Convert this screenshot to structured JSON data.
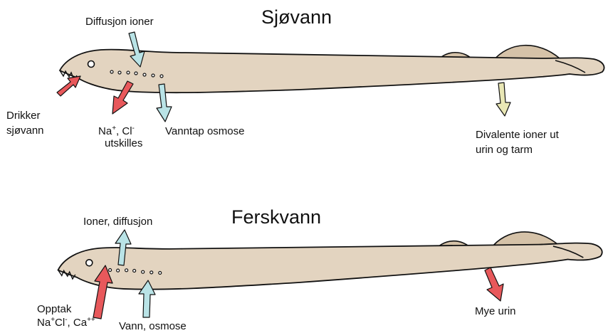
{
  "colors": {
    "fish_body": "#e3d4c0",
    "fish_fin": "#d5c2a8",
    "outline": "#111111",
    "arrow_blue": "#b9e3e6",
    "arrow_red": "#e8585b",
    "arrow_yellow": "#e9e7b5"
  },
  "seawater": {
    "title": "Sjøvann",
    "diffusion": "Diffusjon ioner",
    "drink": [
      "Drikker",
      "sjøvann"
    ],
    "ions_na": "Na",
    "ions_na_sup": "+",
    "ions_cl": ", Cl",
    "ions_cl_sup": "-",
    "excreted": "utskilles",
    "water_loss": "Vanntap osmose",
    "divalent": [
      "Divalente ioner ut",
      "urin og tarm"
    ],
    "icons": [
      "fish-icon",
      "arrow-down-icon",
      "arrow-up-icon"
    ]
  },
  "freshwater": {
    "title": "Ferskvann",
    "ions_diffusion": "Ioner, diffusjon",
    "uptake": "Opptak",
    "uptake_ions": "Na",
    "uptake_sup1": "+",
    "uptake_ions2": "Cl",
    "uptake_sup2": "-",
    "uptake_ions3": ", Ca",
    "uptake_sup3": "++",
    "water_osmosis": "Vann, osmose",
    "urine": "Mye urin"
  }
}
